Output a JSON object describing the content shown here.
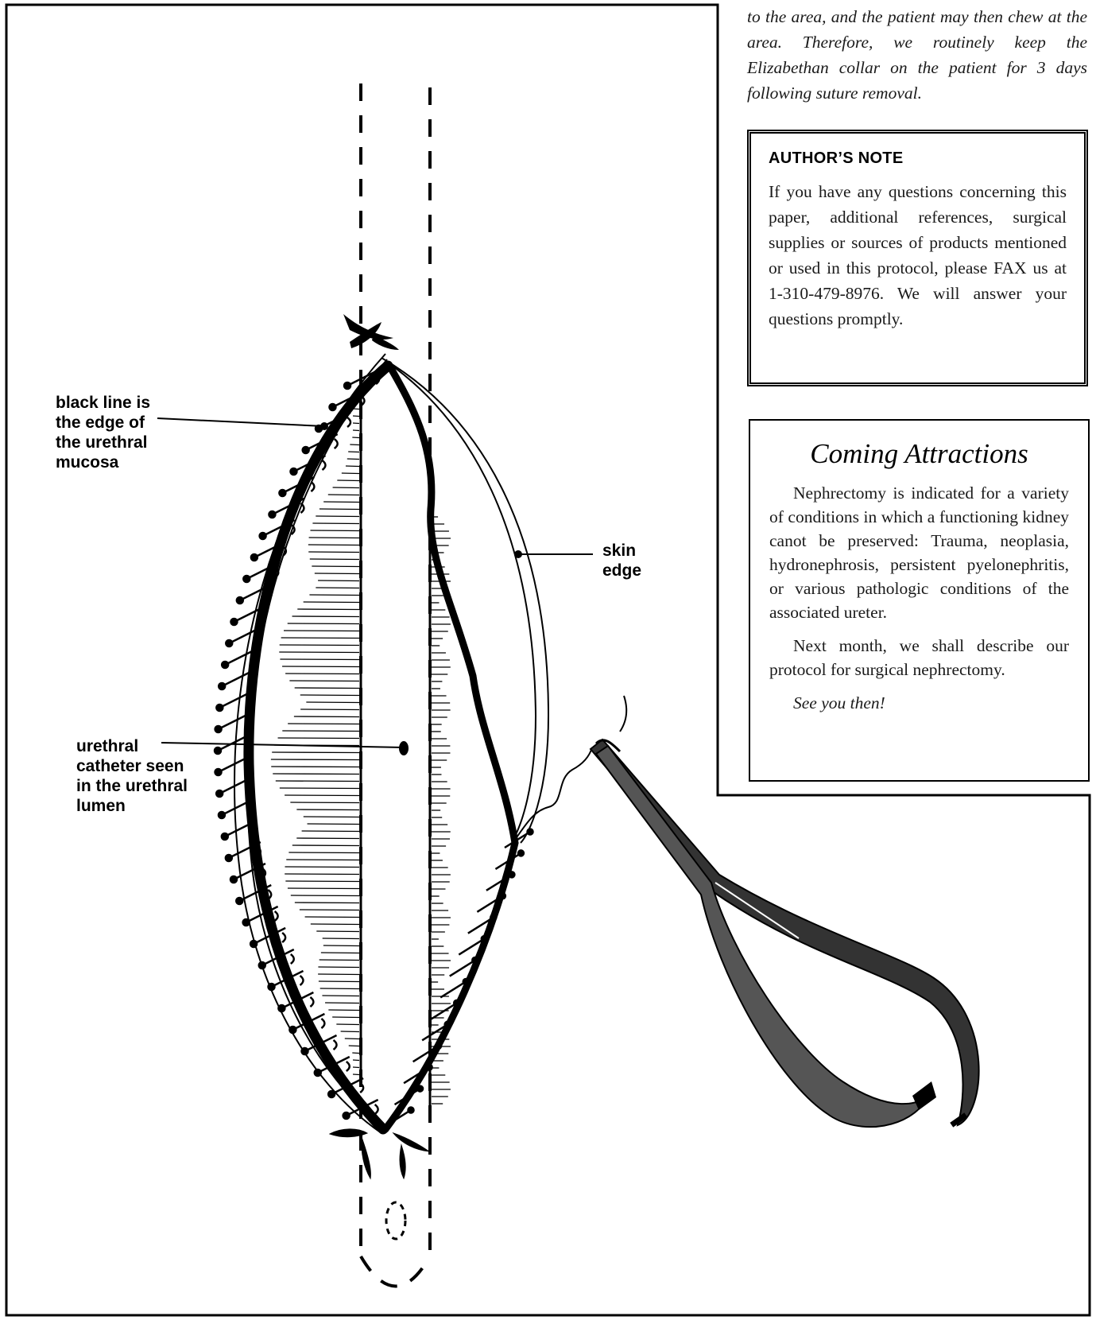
{
  "intro": {
    "text": "to the area, and the patient may then chew at the area. Therefore, we routinely keep the Elizabethan collar on the patient for 3 days following suture removal."
  },
  "author_note": {
    "title": "AUTHOR’S NOTE",
    "body": "If you have any questions concerning this paper, additional references, surgical supplies or sources of products mentioned or used in this protocol, please FAX us at 1-310-479-8976. We will answer your questions promptly."
  },
  "coming_attractions": {
    "title": "Coming Attractions",
    "paragraph1": "Nephrectomy is indicated for a variety of conditions in which a functioning kidney canot be preserved: Trauma, neoplasia, hydronephrosis, persistent pyelonephritis, or various pathologic conditions of the associated ureter.",
    "paragraph2": "Next month, we shall describe our protocol for surgical nephrectomy.",
    "signoff": "See you then!"
  },
  "figure_labels": {
    "mucosa_edge": "black line is\nthe edge of\nthe urethral\nmucosa",
    "skin_edge": "skin\nedge",
    "catheter": "urethral\ncatheter seen\nin the urethral\nlumen"
  }
}
